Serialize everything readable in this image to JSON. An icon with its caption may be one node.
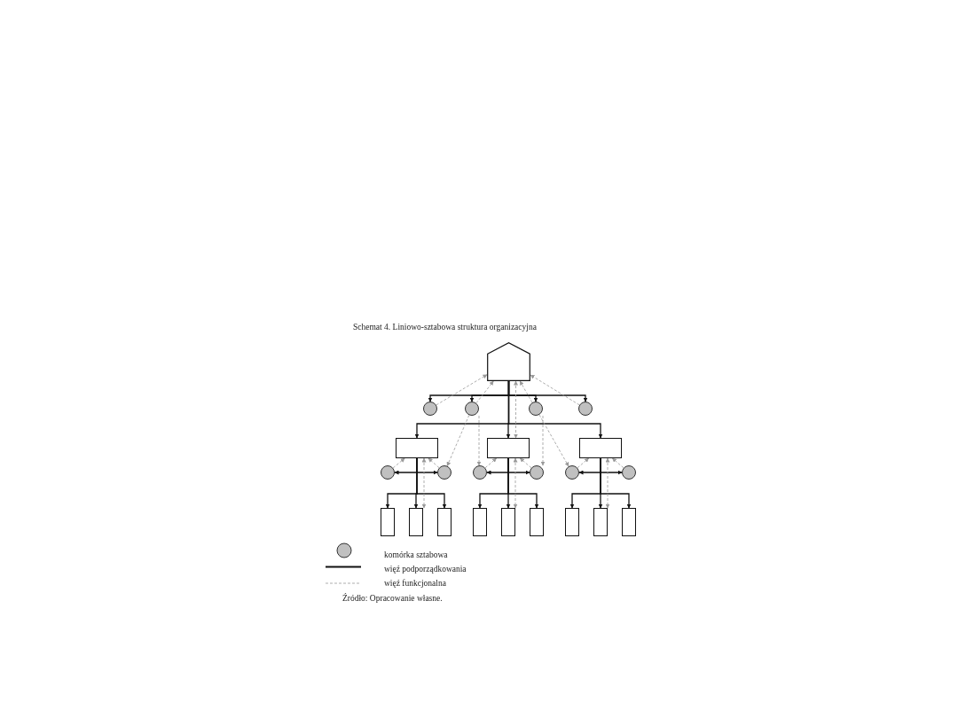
{
  "diagram": {
    "title": "Schemat 4. Liniowo-sztabowa struktura organizacyjna",
    "caption": "Źródło: Opracowanie własne.",
    "nodes": [
      {
        "text": [],
        "shape": "pentagon"
      },
      {
        "text": [],
        "shape": "circle"
      },
      {
        "text": [],
        "shape": "circle"
      },
      {
        "text": [],
        "shape": "circle"
      },
      {
        "text": [],
        "shape": "circle"
      },
      {
        "text": [],
        "shape": "box"
      },
      {
        "text": [],
        "shape": "box"
      },
      {
        "text": [],
        "shape": "box"
      },
      {
        "text": [],
        "shape": "circle"
      },
      {
        "text": [],
        "shape": "circle"
      },
      {
        "text": [],
        "shape": "circle"
      },
      {
        "text": [],
        "shape": "circle"
      },
      {
        "text": [],
        "shape": "circle"
      },
      {
        "text": [],
        "shape": "circle"
      },
      {
        "text": [],
        "shape": "box"
      },
      {
        "text": [],
        "shape": "box"
      },
      {
        "text": [],
        "shape": "box"
      },
      {
        "text": [],
        "shape": "box"
      },
      {
        "text": [],
        "shape": "box"
      },
      {
        "text": [],
        "shape": "box"
      },
      {
        "text": [],
        "shape": "box"
      },
      {
        "text": [],
        "shape": "box"
      },
      {
        "text": [],
        "shape": "box"
      }
    ],
    "edges": [
      {
        "from": 0,
        "to": 1,
        "arrow": "to"
      },
      {
        "from": 0,
        "to": 2,
        "arrow": "to"
      },
      {
        "from": 0,
        "to": 3,
        "arrow": "to"
      },
      {
        "from": 0,
        "to": 4,
        "arrow": "to"
      },
      {
        "from": 0,
        "to": 5,
        "arrow": "to"
      },
      {
        "from": 0,
        "to": 6,
        "arrow": "to"
      },
      {
        "from": 0,
        "to": 7,
        "arrow": "to"
      },
      {
        "from": 5,
        "to": 8,
        "arrow": "to"
      },
      {
        "from": 5,
        "to": 9,
        "arrow": "to"
      },
      {
        "from": 6,
        "to": 10,
        "arrow": "to"
      },
      {
        "from": 6,
        "to": 11,
        "arrow": "to"
      },
      {
        "from": 7,
        "to": 12,
        "arrow": "to"
      },
      {
        "from": 7,
        "to": 13,
        "arrow": "to"
      },
      {
        "from": 5,
        "to": 14,
        "arrow": "to"
      },
      {
        "from": 5,
        "to": 15,
        "arrow": "to"
      },
      {
        "from": 5,
        "to": 16,
        "arrow": "to"
      },
      {
        "from": 6,
        "to": 17,
        "arrow": "to"
      },
      {
        "from": 6,
        "to": 18,
        "arrow": "to"
      },
      {
        "from": 6,
        "to": 19,
        "arrow": "to"
      },
      {
        "from": 7,
        "to": 20,
        "arrow": "to"
      },
      {
        "from": 7,
        "to": 21,
        "arrow": "to"
      },
      {
        "from": 7,
        "to": 22,
        "arrow": "to"
      },
      {
        "from": 1,
        "to": 0,
        "arrow": "to",
        "style": "dashed",
        "color": "#999999"
      },
      {
        "from": 2,
        "to": 0,
        "arrow": "to",
        "style": "dashed",
        "color": "#999999"
      },
      {
        "from": 3,
        "to": 0,
        "arrow": "to",
        "style": "dashed",
        "color": "#999999"
      },
      {
        "from": 4,
        "to": 0,
        "arrow": "to",
        "style": "dashed",
        "color": "#999999"
      },
      {
        "from": 0,
        "to": 6,
        "arrow": "both",
        "style": "dashed",
        "color": "#999999"
      },
      {
        "from": 2,
        "to": 9,
        "arrow": "to",
        "style": "dashed",
        "color": "#999999"
      },
      {
        "from": 2,
        "to": 10,
        "arrow": "to",
        "style": "dashed",
        "color": "#999999"
      },
      {
        "from": 3,
        "to": 11,
        "arrow": "to",
        "style": "dashed",
        "color": "#999999"
      },
      {
        "from": 3,
        "to": 12,
        "arrow": "to",
        "style": "dashed",
        "color": "#999999"
      },
      {
        "from": 8,
        "to": 5,
        "arrow": "to",
        "style": "dashed",
        "color": "#999999"
      },
      {
        "from": 9,
        "to": 5,
        "arrow": "to",
        "style": "dashed",
        "color": "#999999"
      },
      {
        "from": 10,
        "to": 6,
        "arrow": "to",
        "style": "dashed",
        "color": "#999999"
      },
      {
        "from": 11,
        "to": 6,
        "arrow": "to",
        "style": "dashed",
        "color": "#999999"
      },
      {
        "from": 12,
        "to": 7,
        "arrow": "to",
        "style": "dashed",
        "color": "#999999"
      },
      {
        "from": 13,
        "to": 7,
        "arrow": "to",
        "style": "dashed",
        "color": "#999999"
      },
      {
        "from": 5,
        "to": 15,
        "arrow": "both",
        "style": "dashed",
        "color": "#999999"
      },
      {
        "from": 6,
        "to": 18,
        "arrow": "both",
        "style": "dashed",
        "color": "#999999"
      },
      {
        "from": 7,
        "to": 21,
        "arrow": "both",
        "style": "dashed",
        "color": "#999999"
      }
    ],
    "legend": [
      {
        "text": "komórka sztabowa"
      },
      {
        "text": "więź podporządkowania"
      },
      {
        "text": "więź funkcjonalna"
      }
    ]
  }
}
